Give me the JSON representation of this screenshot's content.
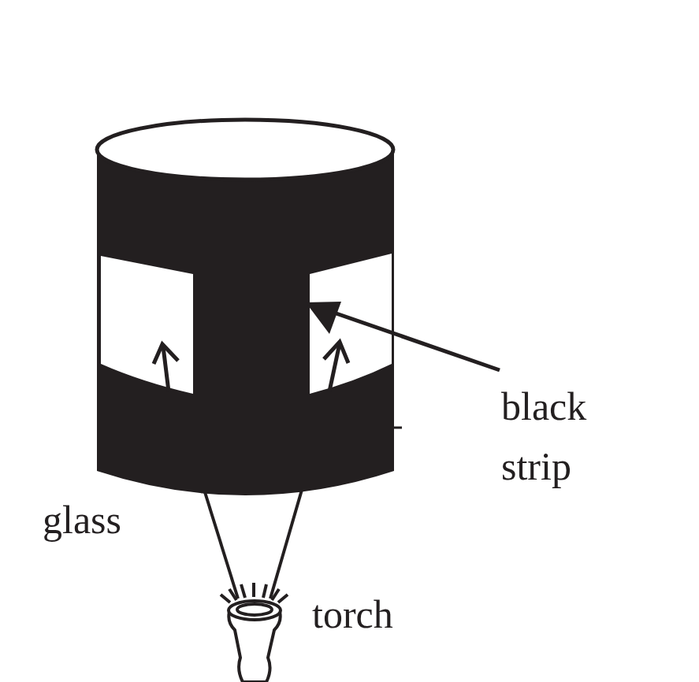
{
  "diagram": {
    "labels": [
      "black strip",
      "glass",
      "torch"
    ]
  }
}
